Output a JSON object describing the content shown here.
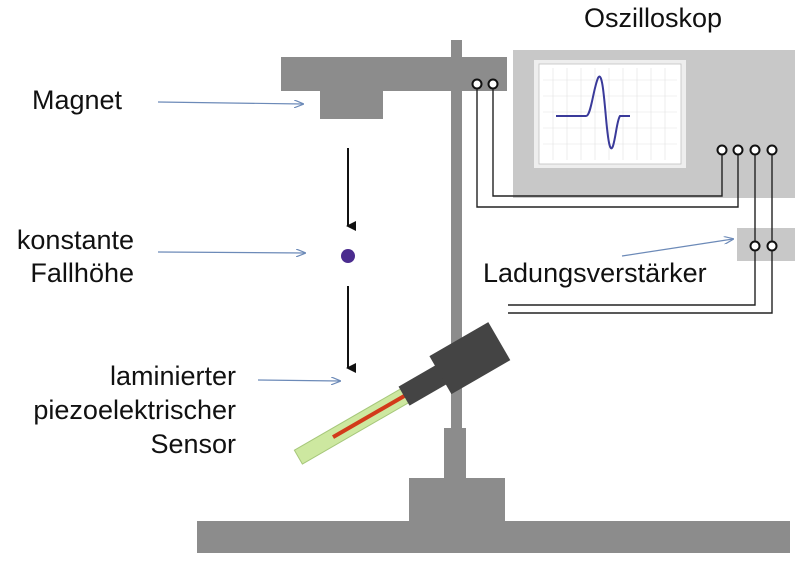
{
  "labels": {
    "oscilloscope": "Oszilloskop",
    "magnet": "Magnet",
    "height_line1": "konstante",
    "height_line2": "Fallhöhe",
    "amplifier": "Ladungsverstärker",
    "sensor_line1": "laminierter",
    "sensor_line2": "piezoelektrischer",
    "sensor_line3": "Sensor"
  },
  "colors": {
    "equipment_gray": "#8c8c8c",
    "panel_gray": "#c8c8c8",
    "screen_frame": "#eeeeee",
    "signal_trace": "#3a3a9a",
    "ball": "#4b2c8f",
    "pointer_arrow": "#6c8ab8",
    "sensor_body": "#cde8a0",
    "electrode": "#d23a1a",
    "holder_dark": "#444444"
  }
}
